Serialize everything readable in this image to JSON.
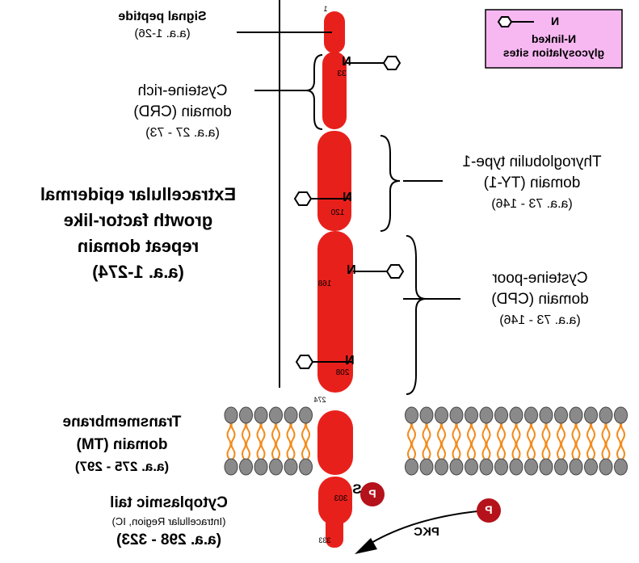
{
  "legend": {
    "symbol": "N",
    "text_line1": "N-linked",
    "text_line2": "glycosylation sites"
  },
  "domains": {
    "signal": {
      "title": "Signal peptide",
      "range": "(a.a. 1-26)"
    },
    "crd": {
      "line1": "Cysteine-rich",
      "line2": "domain (CRD)",
      "range": "(a.a. 27 - 73)"
    },
    "ty1": {
      "line1": "Thyroglobulin type-1",
      "line2": "domain (TY-1)",
      "range": "(a.a. 73 - 146)"
    },
    "cpd": {
      "line1": "Cysteine-poor",
      "line2": "domain (CPD)",
      "range": "(a.a. 73 - 146)"
    },
    "extracellular": {
      "line1": "Extracellular epidermal",
      "line2": "growth factor-like",
      "line3": "repeat domain",
      "range": "(a.a. 1-274)"
    },
    "tm": {
      "line1": "Transmembrane",
      "line2": "domain (TM)",
      "range": "(a.a. 275 - 297)"
    },
    "cytoplasmic": {
      "line1": "Cytoplasmic tail",
      "line2": "(Intracellular Region, IC)",
      "range": "(a.a. 298 - 323)"
    }
  },
  "residues": {
    "r1": "1",
    "r33": "33",
    "r120": "120",
    "r168": "168",
    "r208": "208",
    "r274": "274",
    "r303": "303",
    "r333": "333"
  },
  "glyco_labels": {
    "n33": "N",
    "n120": "N",
    "n168": "N",
    "n208": "N"
  },
  "phospho": {
    "site": "S",
    "p1": "P",
    "p2": "P",
    "kinase": "PKC"
  },
  "colors": {
    "protein": "#e8201b",
    "legend_bg": "#f7b8f2",
    "phospho": "#b5121b",
    "lipid_head": "#8a8a8a",
    "lipid_tail": "#f28c1e"
  }
}
